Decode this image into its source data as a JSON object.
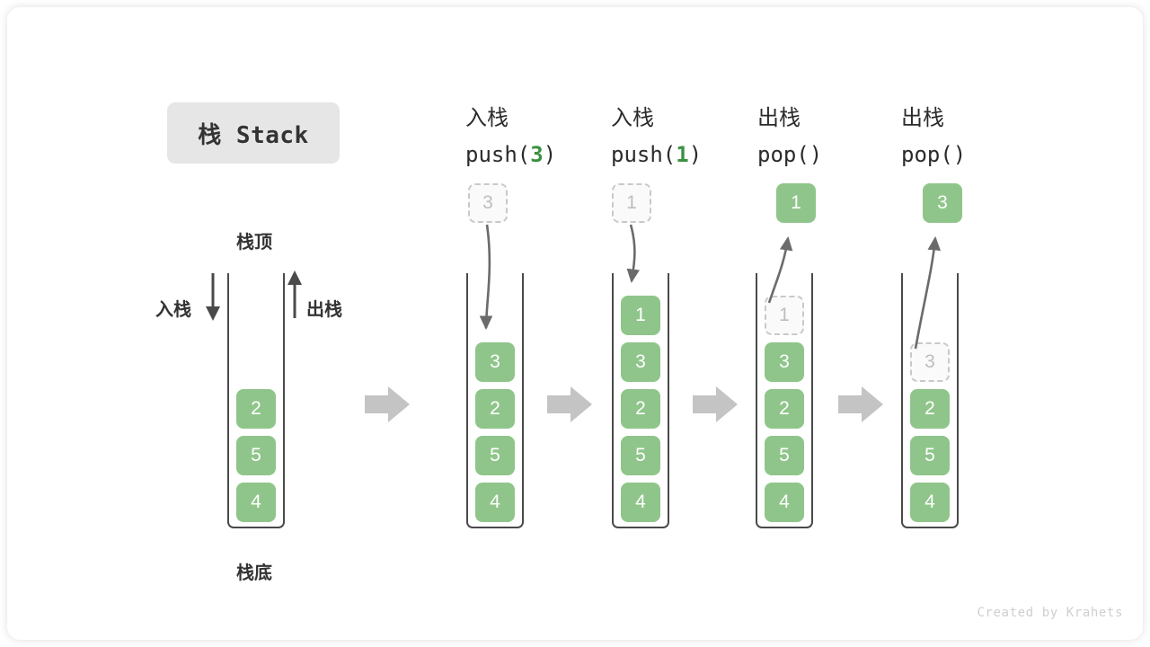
{
  "card": {
    "title_chip": "栈 Stack",
    "watermark": "Created by Krahets"
  },
  "labels": {
    "top": "栈顶",
    "bottom": "栈底",
    "push_side": "入栈",
    "pop_side": "出栈"
  },
  "colors": {
    "element_green": "#8fc58a",
    "accent_green": "#3a9142",
    "ghost_fill": "#fafafa",
    "ghost_border": "#c9c9c9",
    "wall": "#4a4a4a",
    "chip_bg": "#e6e6e6",
    "flow_arrow": "#c4c4c4",
    "text": "#333333"
  },
  "columns": [
    {
      "id": "initial",
      "header_cn": "",
      "header_code": "",
      "stack": [
        "2",
        "5",
        "4"
      ],
      "ghost_in_stack": null,
      "incoming": null,
      "outgoing": null
    },
    {
      "id": "push-3",
      "header_cn": "入栈",
      "header_code_prefix": "push(",
      "header_code_arg": "3",
      "header_code_suffix": ")",
      "stack": [
        "3",
        "2",
        "5",
        "4"
      ],
      "ghost_in_stack": null,
      "floating_ghost": "3",
      "arrow_direction": "down"
    },
    {
      "id": "push-1",
      "header_cn": "入栈",
      "header_code_prefix": "push(",
      "header_code_arg": "1",
      "header_code_suffix": ")",
      "stack": [
        "1",
        "3",
        "2",
        "5",
        "4"
      ],
      "ghost_in_stack": null,
      "floating_ghost": "1",
      "arrow_direction": "down"
    },
    {
      "id": "pop-1",
      "header_cn": "出栈",
      "header_code_prefix": "pop(",
      "header_code_arg": "",
      "header_code_suffix": ")",
      "stack": [
        "3",
        "2",
        "5",
        "4"
      ],
      "ghost_in_stack": "1",
      "floating_result": "1",
      "arrow_direction": "up"
    },
    {
      "id": "pop-3",
      "header_cn": "出栈",
      "header_code_prefix": "pop(",
      "header_code_arg": "",
      "header_code_suffix": ")",
      "stack": [
        "2",
        "5",
        "4"
      ],
      "ghost_in_stack": "3",
      "floating_result": "3",
      "arrow_direction": "up"
    }
  ],
  "flow_arrows": 4
}
